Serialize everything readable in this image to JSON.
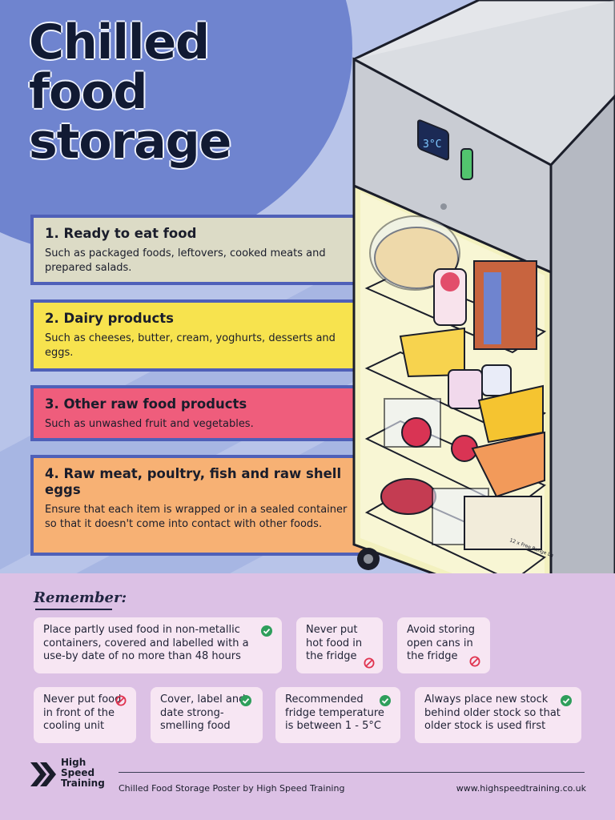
{
  "title": [
    "Chilled",
    "food",
    "storage"
  ],
  "shelves": [
    {
      "heading": "1. Ready to eat food",
      "desc": "Such as packaged foods, leftovers, cooked meats and prepared salads.",
      "color": "#dcdbc6"
    },
    {
      "heading": "2. Dairy products",
      "desc": "Such as cheeses, butter, cream, yoghurts, desserts and eggs.",
      "color": "#f7e34e"
    },
    {
      "heading": "3. Other raw food products",
      "desc": "Such as unwashed fruit and vegetables.",
      "color": "#ef5d7c"
    },
    {
      "heading": "4. Raw meat, poultry, fish and raw shell eggs",
      "desc": "Ensure that each item is wrapped or in a sealed container so that it doesn't come into contact with other foods.",
      "color": "#f7b174"
    }
  ],
  "fridge": {
    "display": "3°C",
    "egg_label": "12 x Free Range Lg"
  },
  "remember_label": "Remember:",
  "tips": [
    {
      "text": "Place partly used food in non-metallic containers, covered and labelled with a use-by date of no more than 48 hours",
      "icon": "check-icon"
    },
    {
      "text": "Never put hot food in the fridge",
      "icon": "prohibited-icon"
    },
    {
      "text": "Avoid storing open cans in the fridge",
      "icon": "prohibited-icon"
    },
    {
      "text": "Never put food in front of the cooling unit",
      "icon": "prohibited-icon"
    },
    {
      "text": "Cover, label and date strong-smelling food",
      "icon": "check-icon"
    },
    {
      "text": "Recommended fridge temperature is between 1 - 5°C",
      "icon": "check-icon"
    },
    {
      "text": "Always place new stock behind older stock so that older stock is used first",
      "icon": "check-icon"
    }
  ],
  "footer": {
    "logo_text": "High Speed Training",
    "credit": "Chilled Food Storage Poster by High Speed Training",
    "url": "www.highspeedtraining.co.uk"
  },
  "colors": {
    "brand_blue": "#4f60b8",
    "check": "#2e9e5b",
    "prohibited": "#e0334f"
  }
}
